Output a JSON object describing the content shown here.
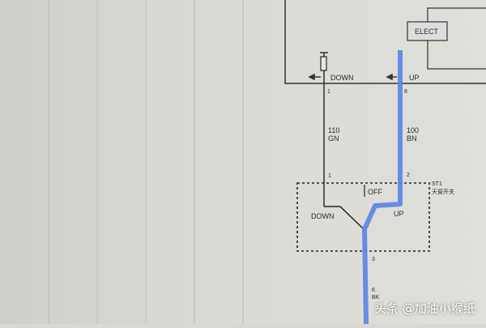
{
  "diagram": {
    "module_box": {
      "component_label": "ELECT"
    },
    "outputs": [
      {
        "direction": "DOWN",
        "pin": "1"
      },
      {
        "direction": "UP",
        "pin": "8"
      }
    ],
    "wires": [
      {
        "circuit": "110",
        "color_code": "GN"
      },
      {
        "circuit": "100",
        "color_code": "BN"
      },
      {
        "circuit": "6",
        "color_code": "BK"
      }
    ],
    "switch": {
      "id": "ST1",
      "name": "天窗开关",
      "pins": [
        "1",
        "2",
        "3"
      ],
      "positions": [
        "OFF",
        "DOWN",
        "UP"
      ]
    },
    "highlight_color": "#5b86e6"
  },
  "watermark": "头条 @加油小猴纸"
}
